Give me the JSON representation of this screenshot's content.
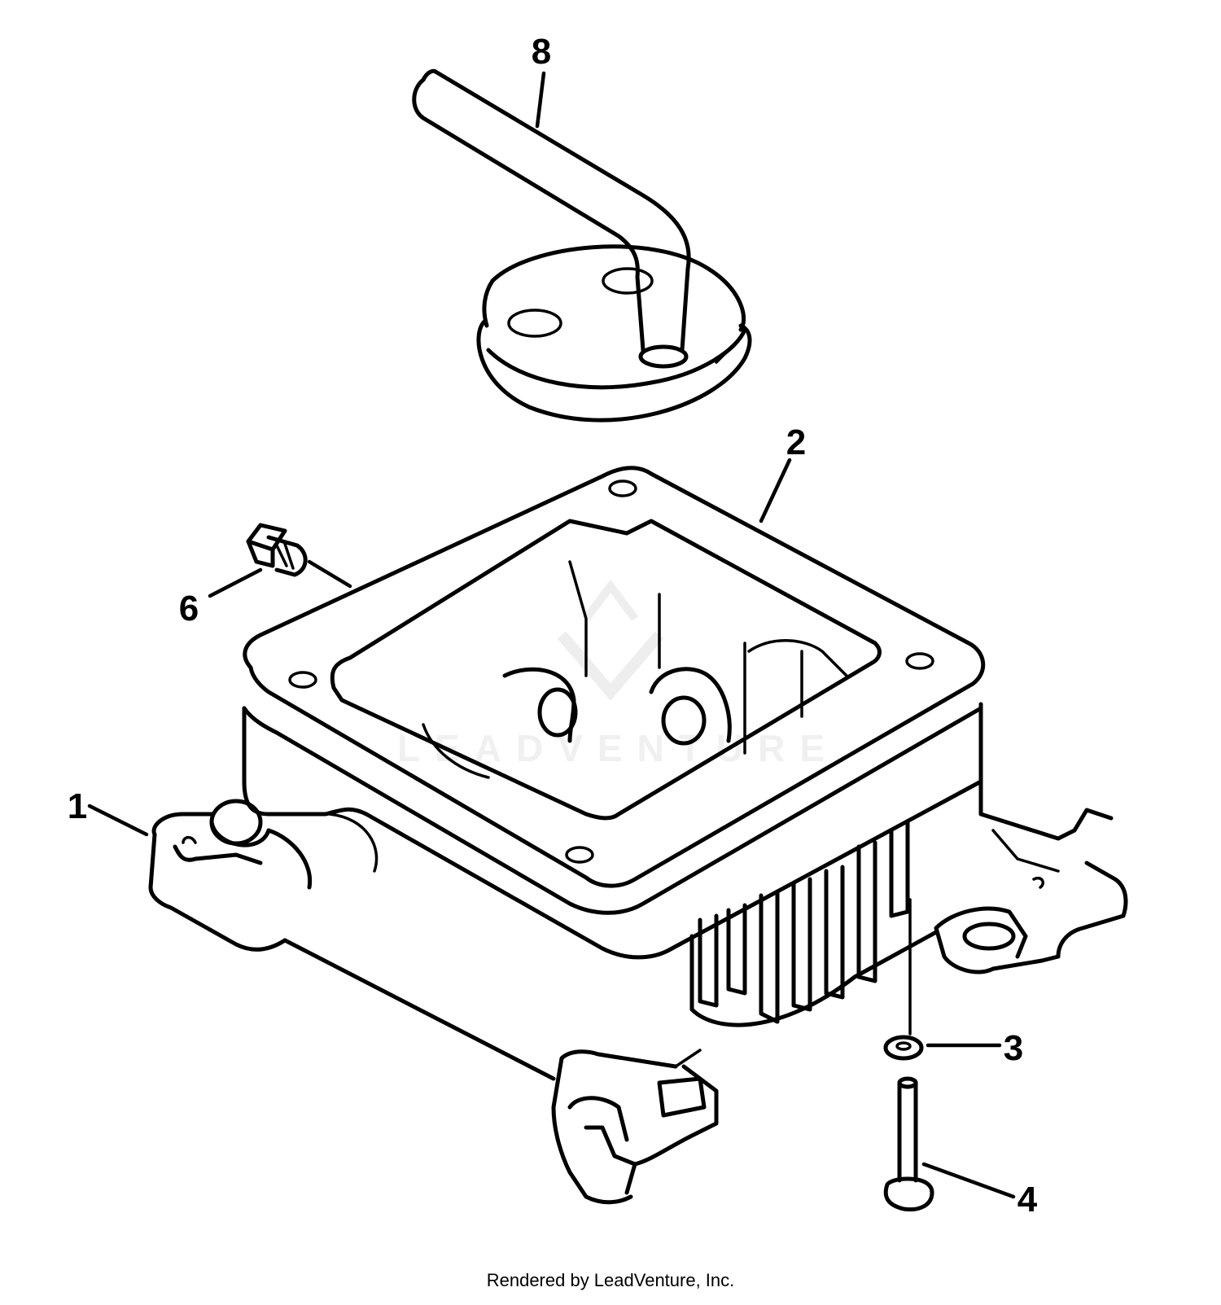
{
  "callouts": [
    {
      "id": "part-1",
      "label": "1"
    },
    {
      "id": "part-2",
      "label": "2"
    },
    {
      "id": "part-3",
      "label": "3"
    },
    {
      "id": "part-4",
      "label": "4"
    },
    {
      "id": "part-6",
      "label": "6"
    },
    {
      "id": "part-8",
      "label": "8"
    }
  ],
  "watermark": "LEADVENTURE",
  "footer": "Rendered by LeadVenture, Inc."
}
